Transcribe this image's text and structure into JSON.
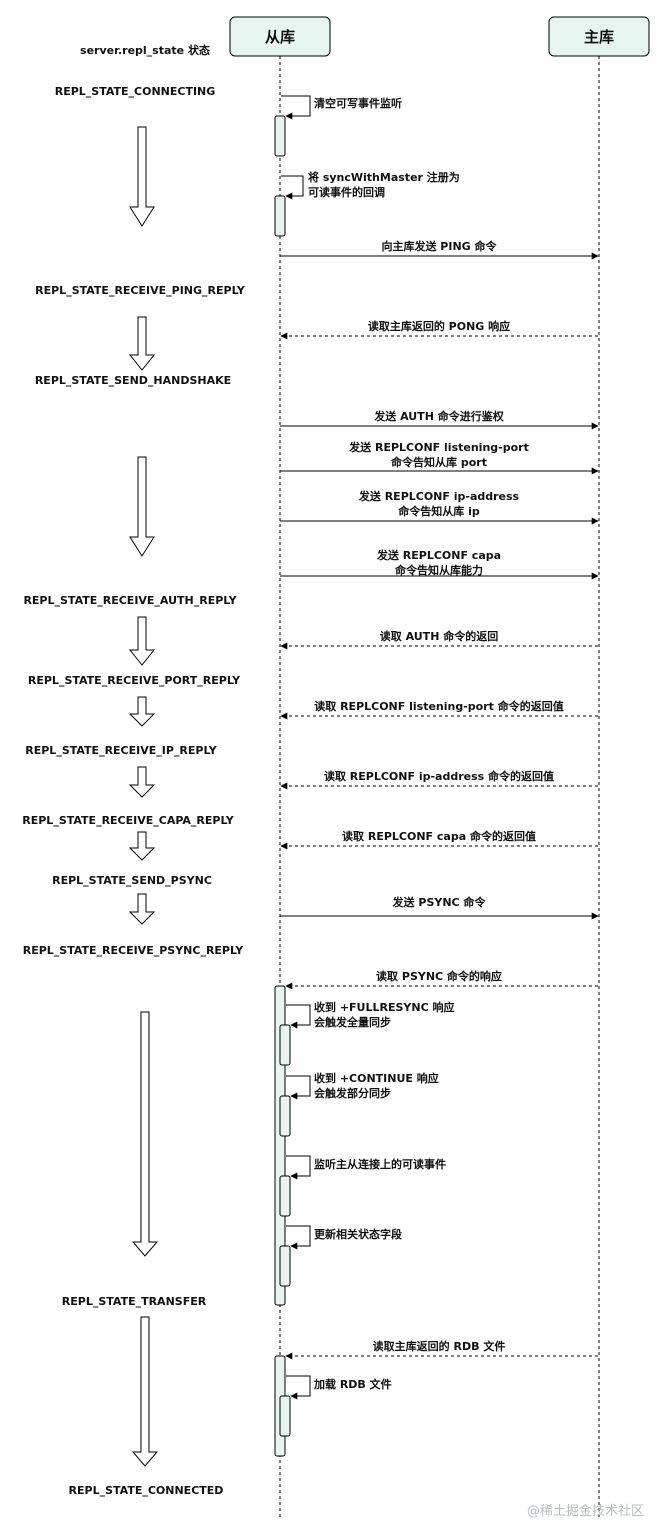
{
  "actors": {
    "slave": "从库",
    "master": "主库"
  },
  "header_label": "server.repl_state 状态",
  "states": [
    "REPL_STATE_CONNECTING",
    "REPL_STATE_RECEIVE_PING_REPLY",
    "REPL_STATE_SEND_HANDSHAKE",
    "REPL_STATE_RECEIVE_AUTH_REPLY",
    "REPL_STATE_RECEIVE_PORT_REPLY",
    "REPL_STATE_RECEIVE_IP_REPLY",
    "REPL_STATE_RECEIVE_CAPA_REPLY",
    "REPL_STATE_SEND_PSYNC",
    "REPL_STATE_RECEIVE_PSYNC_REPLY",
    "REPL_STATE_TRANSFER",
    "REPL_STATE_CONNECTED"
  ],
  "self_calls": [
    [
      "清空可写事件监听"
    ],
    [
      "将 syncWithMaster 注册为",
      "可读事件的回调"
    ],
    [
      "收到 +FULLRESYNC 响应",
      "会触发全量同步"
    ],
    [
      "收到 +CONTINUE 响应",
      "会触发部分同步"
    ],
    [
      "监听主从连接上的可读事件"
    ],
    [
      "更新相关状态字段"
    ],
    [
      "加载 RDB 文件"
    ]
  ],
  "messages": [
    {
      "lines": [
        "向主库发送 PING 命令"
      ],
      "direction": "to_master"
    },
    {
      "lines": [
        "读取主库返回的 PONG 响应"
      ],
      "direction": "to_slave"
    },
    {
      "lines": [
        "发送 AUTH 命令进行鉴权"
      ],
      "direction": "to_master"
    },
    {
      "lines": [
        "发送 REPLCONF listening-port",
        "命令告知从库 port"
      ],
      "direction": "to_master"
    },
    {
      "lines": [
        "发送 REPLCONF ip-address",
        "命令告知从库 ip"
      ],
      "direction": "to_master"
    },
    {
      "lines": [
        "发送 REPLCONF capa",
        "命令告知从库能力"
      ],
      "direction": "to_master"
    },
    {
      "lines": [
        "读取 AUTH 命令的返回"
      ],
      "direction": "to_slave"
    },
    {
      "lines": [
        "读取 REPLCONF listening-port 命令的返回值"
      ],
      "direction": "to_slave"
    },
    {
      "lines": [
        "读取 REPLCONF ip-address 命令的返回值"
      ],
      "direction": "to_slave"
    },
    {
      "lines": [
        "读取 REPLCONF capa 命令的返回值"
      ],
      "direction": "to_slave"
    },
    {
      "lines": [
        "发送 PSYNC 命令"
      ],
      "direction": "to_master"
    },
    {
      "lines": [
        "读取 PSYNC 命令的响应"
      ],
      "direction": "to_slave"
    },
    {
      "lines": [
        "读取主库返回的 RDB 文件"
      ],
      "direction": "to_slave"
    }
  ],
  "watermark": "@稀土掘金技术社区",
  "colors": {
    "actor_fill": "#e6f5ef",
    "activation_fill": "#e6f5ef",
    "line": "#000000"
  }
}
